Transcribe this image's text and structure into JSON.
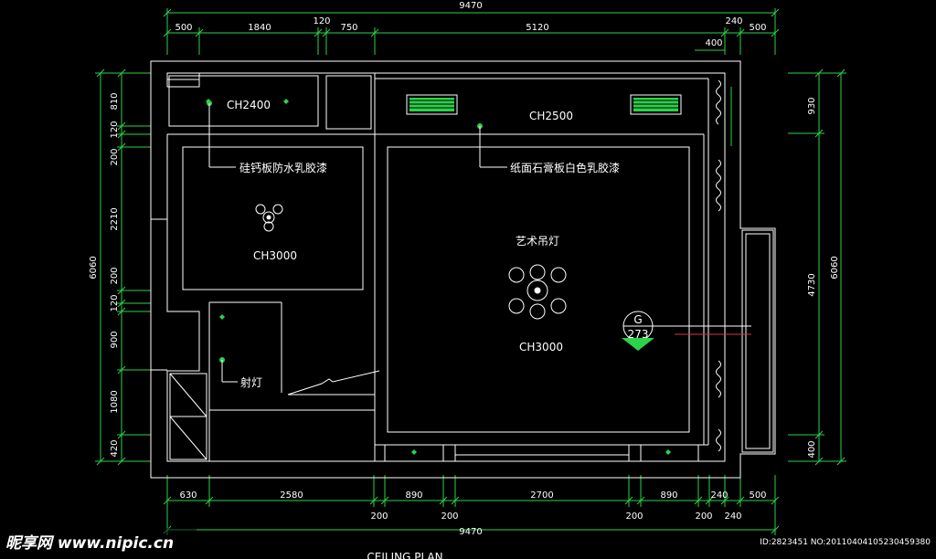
{
  "dims": {
    "top_total": "9470",
    "top_row": [
      "500",
      "1840",
      "120",
      "750",
      "5120",
      "240",
      "500"
    ],
    "top_sub": "400",
    "bottom_row": [
      "630",
      "2580",
      "890",
      "2700",
      "890",
      "240",
      "500"
    ],
    "bottom_sub": [
      "200",
      "200",
      "200",
      "200",
      "240"
    ],
    "bottom_total": "9470",
    "left_col": [
      "810",
      "120",
      "200",
      "2210",
      "200",
      "120",
      "900",
      "1080",
      "420"
    ],
    "left_total": "6060",
    "right_col": [
      "930",
      "4730",
      "400"
    ],
    "right_total": "6060"
  },
  "labels": {
    "ch2400": "CH2400",
    "ch2500": "CH2500",
    "ch3000_a": "CH3000",
    "ch3000_b": "CH3000",
    "material_left": "硅钙板防水乳胶漆",
    "material_right": "纸面石膏板白色乳胶漆",
    "chandelier": "艺术吊灯",
    "spotlight": "射灯",
    "section_letter": "G",
    "section_num": "273",
    "plan_title": "CEILING PLAN"
  },
  "watermark": {
    "brand": "昵享网 www.nipic.cn",
    "id_text": "ID:2823451 NO:20110404105230459380"
  },
  "colors": {
    "background": "#000000",
    "lines": "#ffffff",
    "dimension": "#2bd24a"
  }
}
